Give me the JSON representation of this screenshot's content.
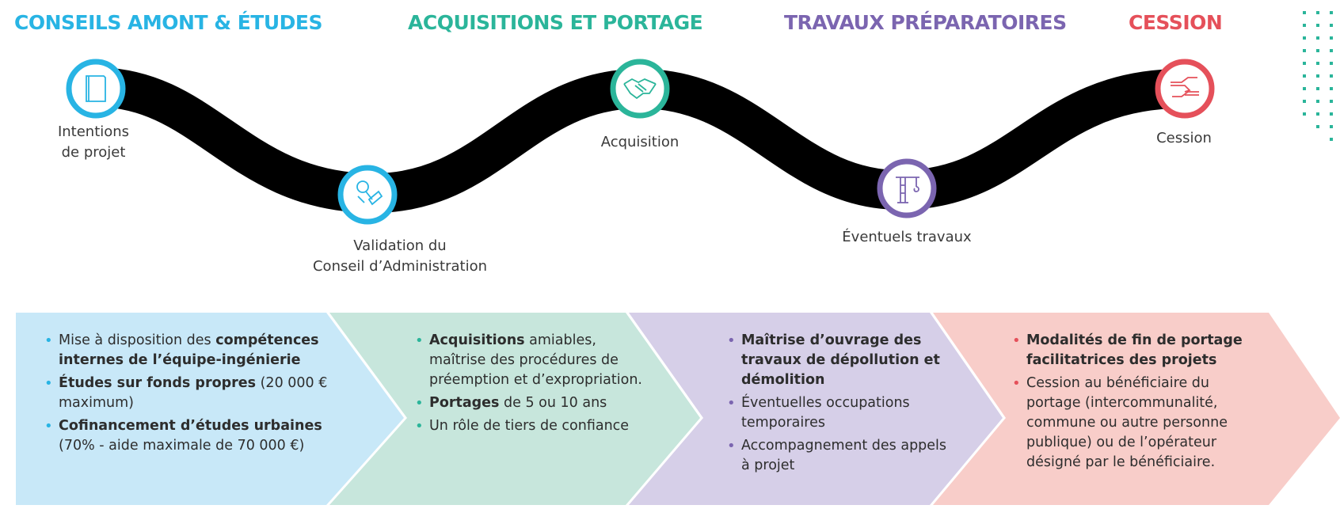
{
  "phases": [
    {
      "title": "CONSEILS AMONT & ÉTUDES",
      "color": "#28b4e4"
    },
    {
      "title": "ACQUISITIONS ET PORTAGE",
      "color": "#2bb59a"
    },
    {
      "title": "TRAVAUX PRÉPARATOIRES",
      "color": "#7b65b0"
    },
    {
      "title": "CESSION",
      "color": "#e5505a"
    }
  ],
  "steps": [
    {
      "line1": "Intentions",
      "line2": "de projet",
      "icon": "booklet-icon",
      "color": "#28b4e4"
    },
    {
      "line1": "Validation du",
      "line2": "Conseil d’Administration",
      "icon": "stamp-icon",
      "color": "#28b4e4"
    },
    {
      "line1": "Acquisition",
      "line2": "",
      "icon": "handshake-icon",
      "color": "#2bb59a"
    },
    {
      "line1": "Éventuels travaux",
      "line2": "",
      "icon": "crane-icon",
      "color": "#7b65b0"
    },
    {
      "line1": "Cession",
      "line2": "",
      "icon": "hands-giving-icon",
      "color": "#e5505a"
    }
  ],
  "boxes": [
    {
      "fill": "#c8e8f8",
      "bullet_color": "#28b4e4",
      "items": [
        {
          "a": "Mise à disposition des ",
          "b": "compétences internes de l’équipe-ingénierie",
          "c": ""
        },
        {
          "a": "",
          "b": "Études sur fonds propres",
          "c": " (20 000 € maximum)"
        },
        {
          "a": "",
          "b": "Cofinancement d’études urbaines",
          "c": " (70% - aide maximale de 70 000 €)"
        }
      ]
    },
    {
      "fill": "#c7e6dc",
      "bullet_color": "#2bb59a",
      "items": [
        {
          "a": "",
          "b": "Acquisitions",
          "c": " amiables, maîtrise des procédures de préemption et d’expropriation."
        },
        {
          "a": "",
          "b": "Portages",
          "c": " de 5 ou 10 ans"
        },
        {
          "a": "Un rôle de tiers de confiance",
          "b": "",
          "c": ""
        }
      ]
    },
    {
      "fill": "#d6cfe8",
      "bullet_color": "#7b65b0",
      "items": [
        {
          "a": "",
          "b": "Maîtrise d’ouvrage des travaux de dépollution et démolition",
          "c": ""
        },
        {
          "a": "Éventuelles occupations temporaires",
          "b": "",
          "c": ""
        },
        {
          "a": "Accompagnement des appels à projet",
          "b": "",
          "c": ""
        }
      ]
    },
    {
      "fill": "#f8cdc9",
      "bullet_color": "#e5505a",
      "items": [
        {
          "a": "",
          "b": "Modalités de fin de portage facilitatrices des projets",
          "c": ""
        },
        {
          "a": "Cession au bénéficiaire du portage (intercommunalité, commune ou autre personne publique) ou de l’opérateur désigné par le bénéficiaire.",
          "b": "",
          "c": ""
        }
      ]
    }
  ],
  "bullet": "•",
  "decor_dot_color": "#2bb59a"
}
